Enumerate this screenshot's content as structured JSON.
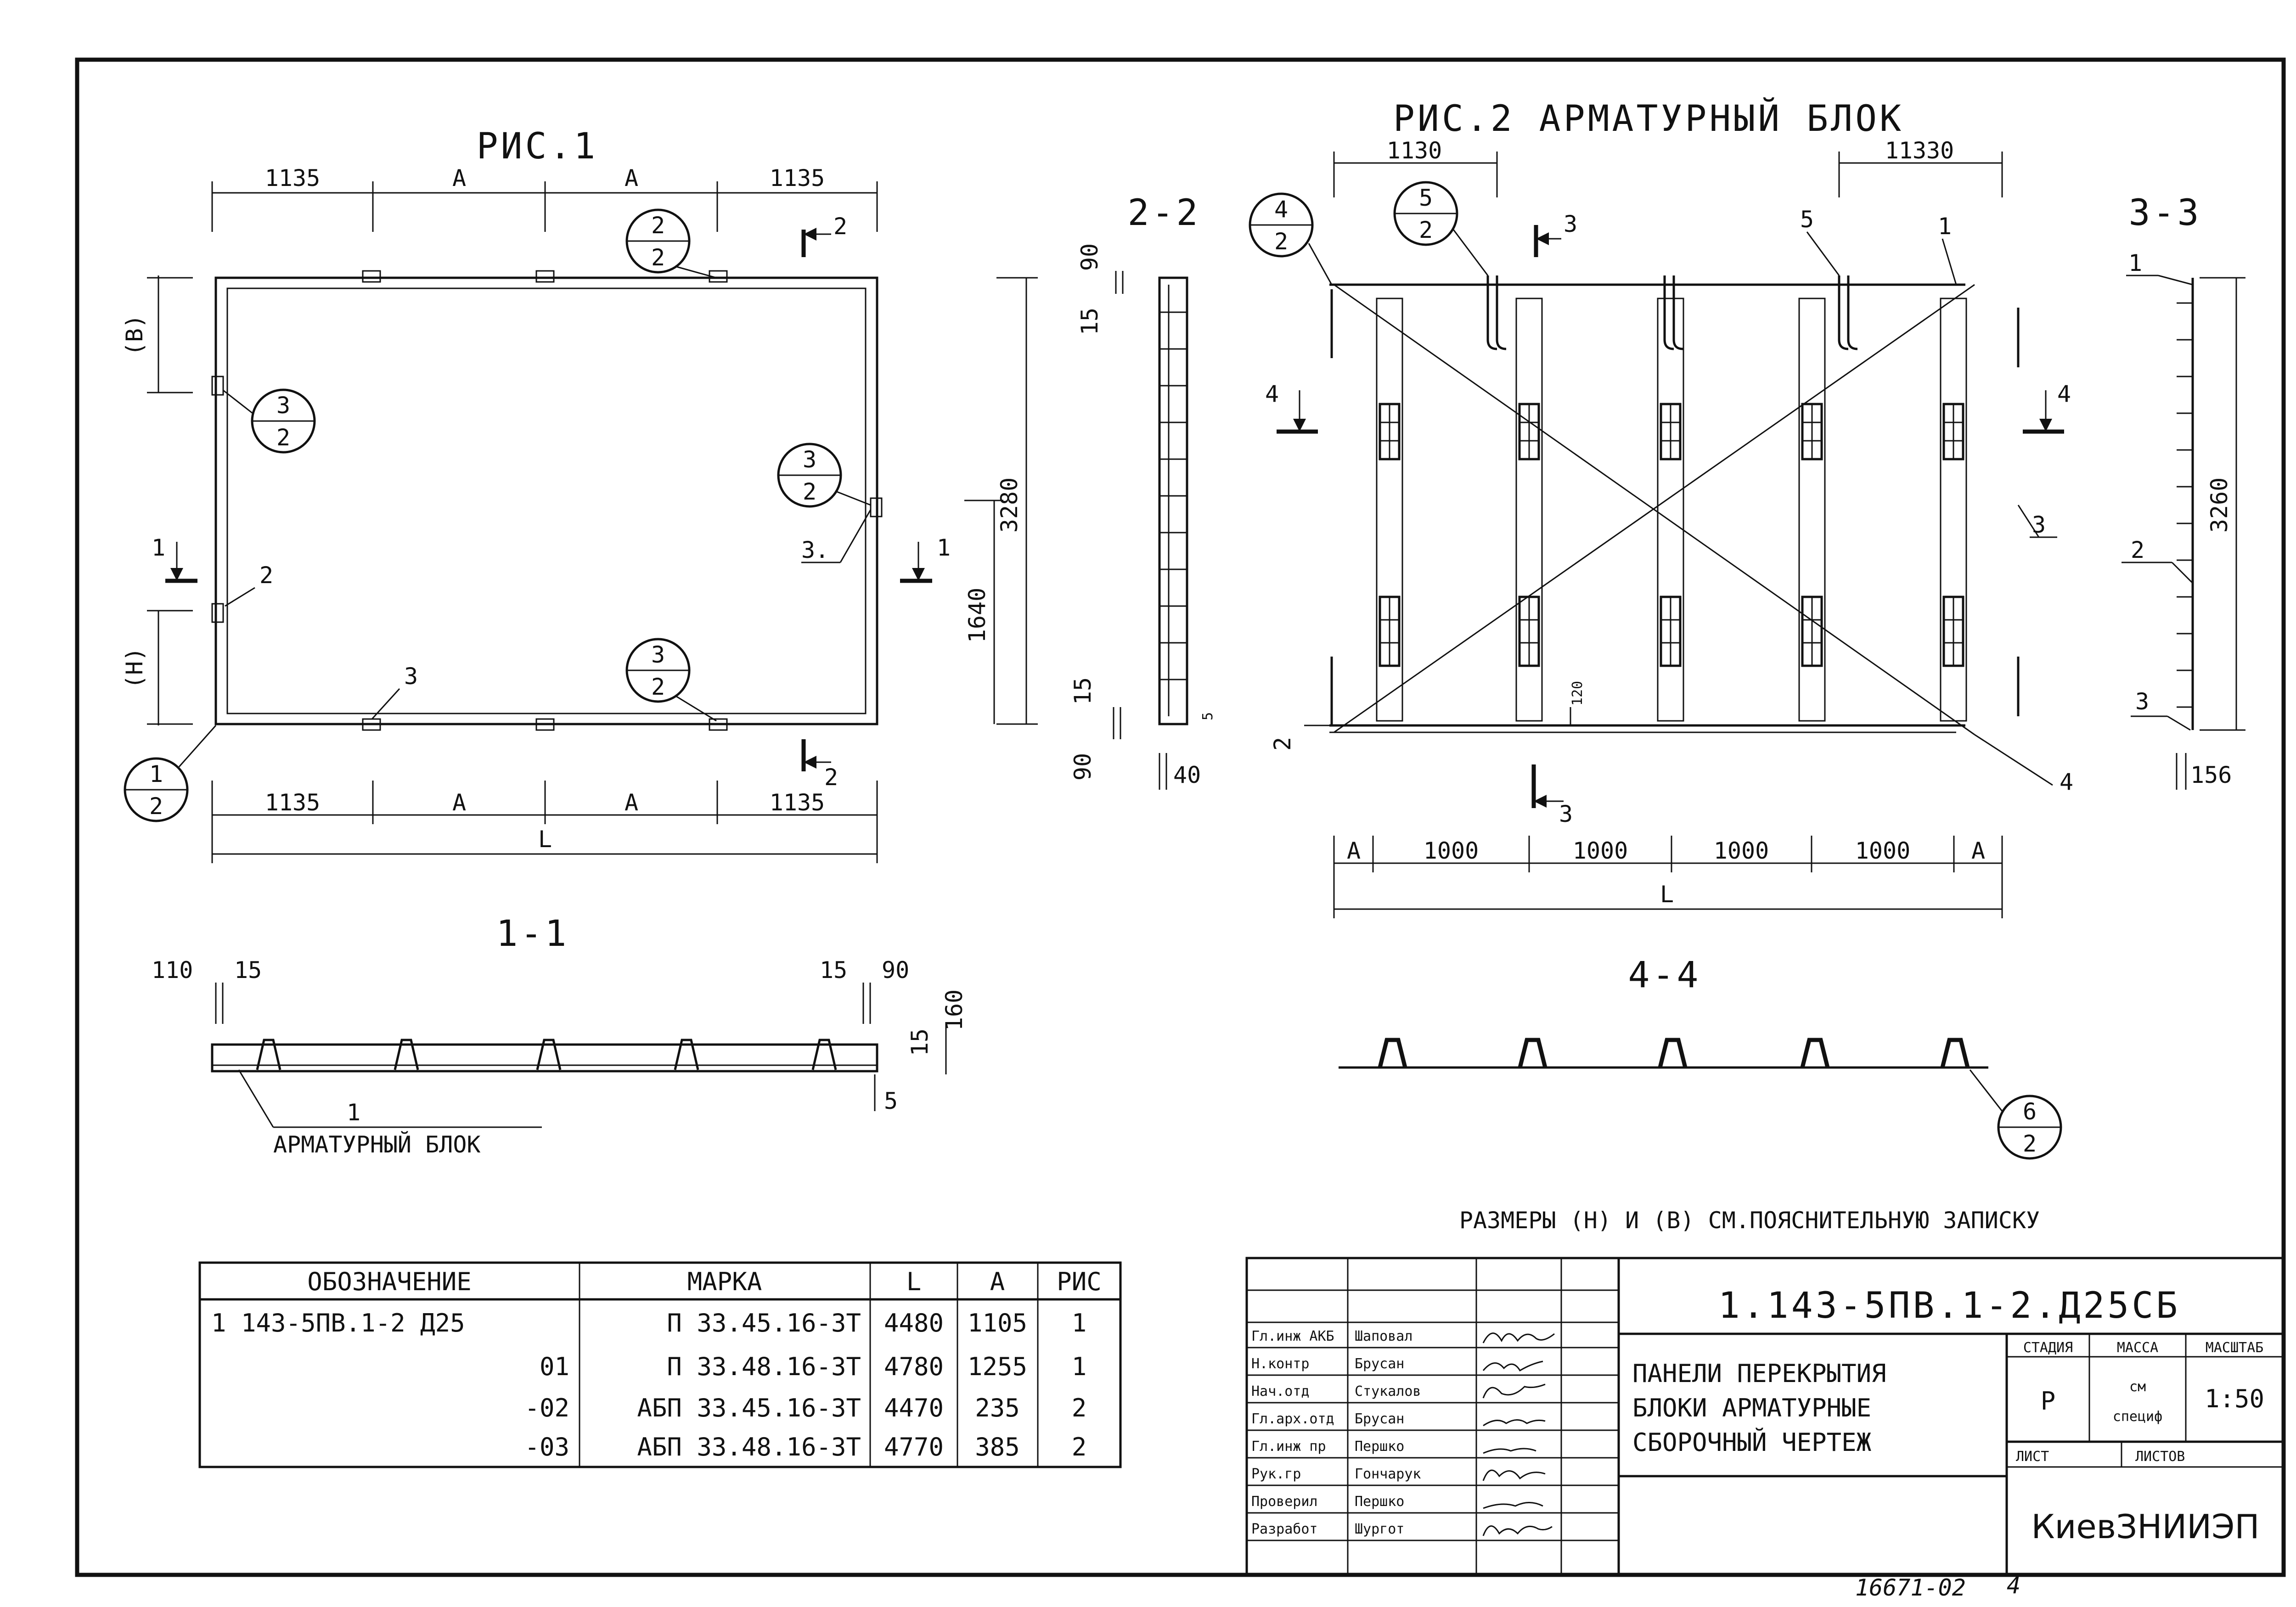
{
  "fig1": {
    "title": "РИС.1",
    "dims_top": [
      "1135",
      "А",
      "А",
      "1135"
    ],
    "dims_bottom": [
      "1135",
      "А",
      "А",
      "1135"
    ],
    "dim_L": "L",
    "dim_height": "3280",
    "dim_half": "1640",
    "label_B": "(В)",
    "label_H": "(Н)",
    "callouts": [
      {
        "top": "2",
        "bottom": "2"
      },
      {
        "top": "3",
        "bottom": "2"
      },
      {
        "top": "3",
        "bottom": "2"
      },
      {
        "top": "3",
        "bottom": "2"
      },
      {
        "top": "1",
        "bottom": "2"
      }
    ],
    "part_labels": [
      "2",
      "3",
      "3."
    ],
    "section_marks": [
      "2",
      "2",
      "1",
      "1"
    ]
  },
  "sec22": {
    "title": "2-2",
    "dims": [
      "90",
      "15",
      "15",
      "90",
      "5",
      "40"
    ]
  },
  "sec11": {
    "title": "1-1",
    "dims": [
      "110",
      "15",
      "15",
      "90",
      "15",
      "160",
      "5"
    ],
    "label_num": "1",
    "label_text": "АРМАТУРНЫЙ БЛОК"
  },
  "fig2": {
    "title": "РИС.2 АРМАТУРНЫЙ БЛОК",
    "dim_left": "1130",
    "dim_right": "11330",
    "callouts": [
      {
        "top": "4",
        "bottom": "2"
      },
      {
        "top": "5",
        "bottom": "2"
      }
    ],
    "part_labels": [
      "5",
      "1",
      "3",
      "3",
      "2",
      "4",
      "4",
      "4",
      "3"
    ],
    "dim_120": "120",
    "dims_bottom": [
      "А",
      "1000",
      "1000",
      "1000",
      "1000",
      "А"
    ],
    "dim_L": "L"
  },
  "sec33": {
    "title": "3-3",
    "dim_height": "3260",
    "dim_156": "156",
    "labels": [
      "1",
      "2",
      "3"
    ]
  },
  "sec44": {
    "title": "4-4",
    "callout": {
      "top": "6",
      "bottom": "2"
    }
  },
  "note": "РАЗМЕРЫ (Н) И (В) СМ.ПОЯСНИТЕЛЬНУЮ ЗАПИСКУ",
  "spec_table": {
    "headers": [
      "ОБОЗНАЧЕНИЕ",
      "МАРКА",
      "L",
      "А",
      "РИС"
    ],
    "rows": [
      [
        "1 143-5ПВ.1-2 Д25",
        "П 33.45.16-3Т",
        "4480",
        "1105",
        "1"
      ],
      [
        "01",
        "П 33.48.16-3Т",
        "4780",
        "1255",
        "1"
      ],
      [
        "-02",
        "АБП 33.45.16-3Т",
        "4470",
        "235",
        "2"
      ],
      [
        "-03",
        "АБП 33.48.16-3Т",
        "4770",
        "385",
        "2"
      ]
    ]
  },
  "stamp": {
    "code": "1.143-5ПВ.1-2.Д25СБ",
    "title_lines": [
      "ПАНЕЛИ ПЕРЕКРЫТИЯ",
      "БЛОКИ АРМАТУРНЫЕ",
      "СБОРОЧНЫЙ ЧЕРТЕЖ"
    ],
    "roles": [
      "Гл.инж АКБ",
      "Н.контр",
      "Нач.отд",
      "Гл.арх.отд",
      "Гл.инж пр",
      "Рук.гр",
      "Проверил",
      "Разработ"
    ],
    "names": [
      "Шаповал",
      "Брусан",
      "Стукалов",
      "Брусан",
      "Першко",
      "Гончарук",
      "Першко",
      "Шургот"
    ],
    "stage_header": "СТАДИЯ",
    "mass_header": "МАССА",
    "scale_header": "МАСШТАБ",
    "stage": "Р",
    "mass_line1": "см",
    "mass_line2": "специф",
    "scale": "1:50",
    "sheet_label": "ЛИСТ",
    "sheets_label": "ЛИСТОВ",
    "org": "КиевЗНИИЭП"
  },
  "footer": {
    "number": "16671-02",
    "page": "4"
  }
}
